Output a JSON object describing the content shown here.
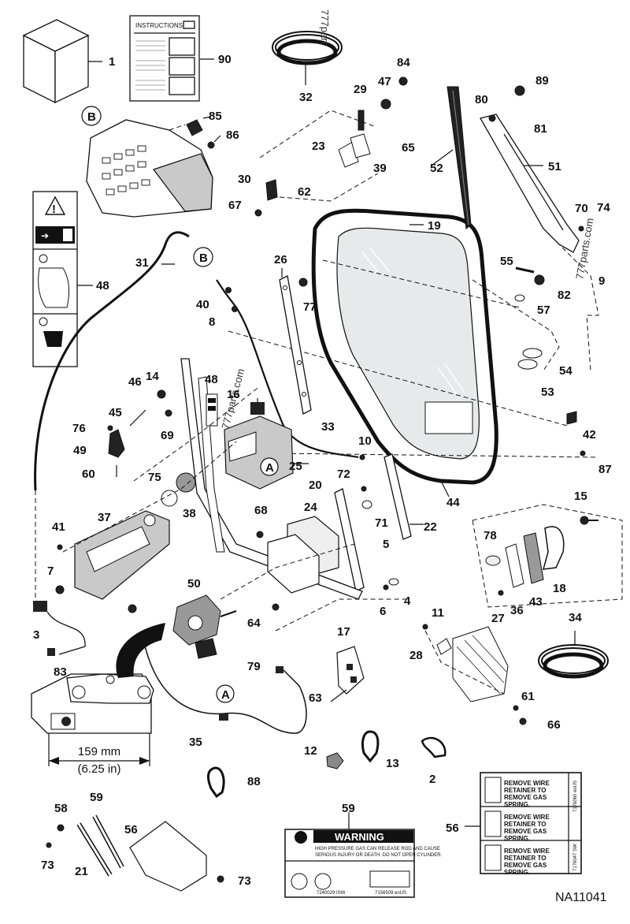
{
  "figure_code": "NA11041",
  "watermark": "777parts.com",
  "watermark_short": "777part",
  "instructions_title": "INSTRUCTIONS",
  "dimension": {
    "metric": "159 mm",
    "imperial": "(6.25 in)"
  },
  "callout_b": "B",
  "callout_a": "A",
  "warning_decal": {
    "heading": "WARNING",
    "line1": "HIGH PRESSURE GAS CAN RELEASE ROD AND CAUSE",
    "line2": "SERIOUS INJURY OR DEATH. DO NOT OPEN CYLINDER.",
    "code_left": "7240029 ISW",
    "code_right": "7156509 enUS"
  },
  "gas_spring_decal": {
    "items": [
      "REMOVE WIRE RETAINER TO REMOVE GAS SPRING.",
      "REMOVE WIRE RETAINER TO REMOVE GAS SPRING.",
      "REMOVE WIRE RETAINER TO REMOVE GAS SPRING."
    ],
    "code_top": "7176060 enUS",
    "code_bottom": "7176047 SW"
  },
  "part_labels": [
    "1",
    "90",
    "32",
    "84",
    "47",
    "89",
    "29",
    "80",
    "81",
    "85",
    "86",
    "23",
    "65",
    "52",
    "51",
    "39",
    "30",
    "62",
    "67",
    "70",
    "74",
    "19",
    "31",
    "26",
    "55",
    "82",
    "48",
    "77",
    "40",
    "8",
    "57",
    "9",
    "54",
    "53",
    "46",
    "14",
    "48",
    "16",
    "45",
    "69",
    "42",
    "76",
    "49",
    "25",
    "33",
    "10",
    "60",
    "75",
    "72",
    "87",
    "41",
    "37",
    "38",
    "20",
    "22",
    "44",
    "15",
    "68",
    "24",
    "71",
    "7",
    "5",
    "78",
    "18",
    "4",
    "6",
    "50",
    "64",
    "27",
    "36",
    "43",
    "11",
    "3",
    "17",
    "28",
    "34",
    "83",
    "79",
    "61",
    "63",
    "66",
    "35",
    "12",
    "13",
    "2",
    "88",
    "58",
    "59",
    "56",
    "56",
    "59",
    "73",
    "21",
    "73"
  ]
}
